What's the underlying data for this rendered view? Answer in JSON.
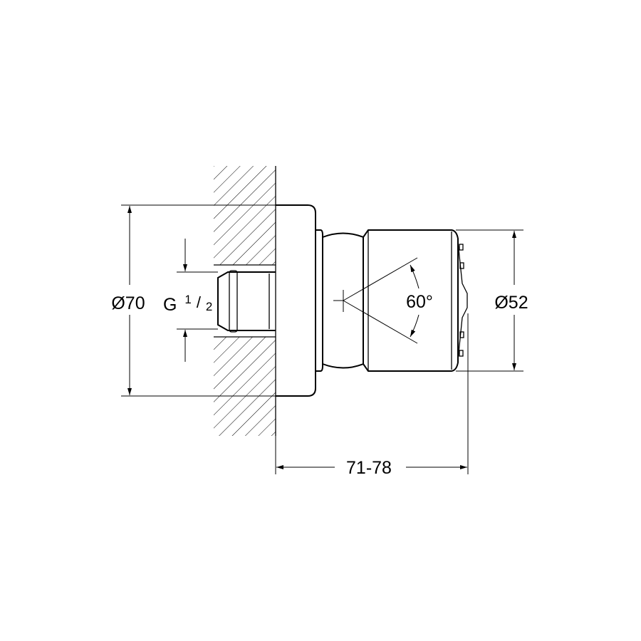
{
  "drawing": {
    "dimensions": {
      "flange_diameter": "Ø70",
      "thread_prefix": "G",
      "thread_num": "1",
      "thread_den": "2",
      "spray_angle": "60°",
      "head_diameter": "Ø52",
      "projection": "71-78"
    },
    "colors": {
      "line": "#000000",
      "background": "#ffffff"
    }
  }
}
